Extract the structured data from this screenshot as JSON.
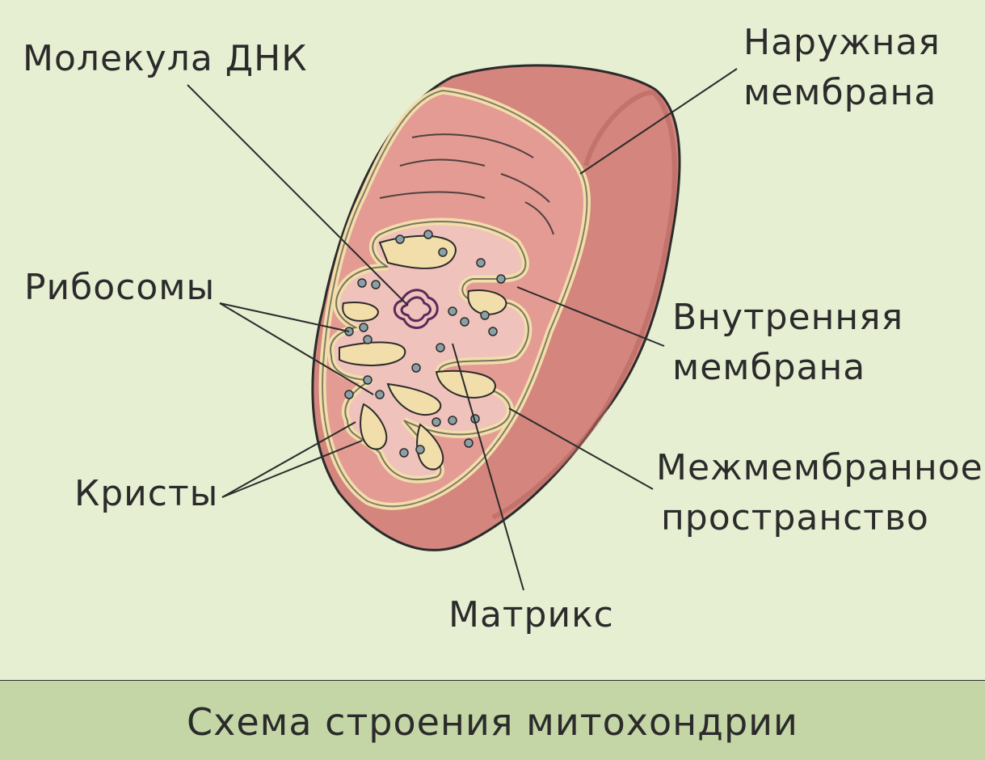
{
  "labels": {
    "dna": "Молекула ДНК",
    "outer_membrane_1": "Наружная",
    "outer_membrane_2": "мембрана",
    "ribosomes": "Рибосомы",
    "inner_membrane_1": "Внутренняя",
    "inner_membrane_2": "мембрана",
    "cristae": "Кристы",
    "intermembrane_1": "Межмембранное",
    "intermembrane_2": "пространство",
    "matrix": "Матрикс"
  },
  "caption": "Схема строения митохондрии",
  "colors": {
    "background": "#e6efd2",
    "caption_band": "#c5d6a6",
    "outer_membrane": "#d4857d",
    "intermembrane_space": "#e39b93",
    "membrane": "#f1deaa",
    "matrix": "#efc2bb",
    "ribosome": "#8aa0a6",
    "dna": "#5a2a5c",
    "outline": "#2b2b2b"
  }
}
